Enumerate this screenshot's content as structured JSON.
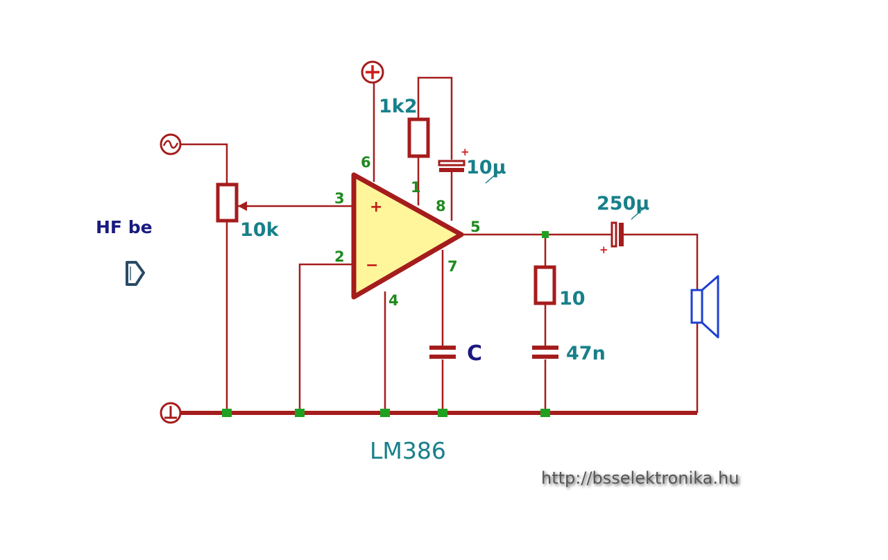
{
  "circuit": {
    "title": "LM386",
    "input_label": "HF be",
    "url": "http://bsselektronika.hu",
    "opamp": {
      "plus_sign": "+",
      "minus_sign": "−",
      "pins": {
        "p1": "1",
        "p2": "2",
        "p3": "3",
        "p4": "4",
        "p5": "5",
        "p6": "6",
        "p7": "7",
        "p8": "8"
      }
    },
    "components": {
      "pot": "10k",
      "r_gain": "1k2",
      "c_gain": "10µ",
      "c_out": "250µ",
      "r_zobel": "10",
      "c_zobel": "47n",
      "c_bypass": "C"
    },
    "polarity_mark": "+",
    "terminals": {
      "supply": "+",
      "signal": "~",
      "ground": "⊥"
    },
    "colors": {
      "wire": "#a51c1c",
      "amp_fill": "#fff59a",
      "node": "#20a020",
      "value_text": "#17808a",
      "pin_text": "#1f8a1f",
      "speaker": "#1e3fd0"
    }
  }
}
